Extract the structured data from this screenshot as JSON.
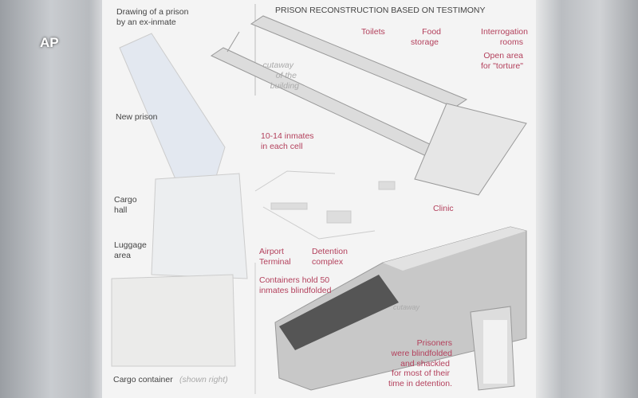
{
  "logo": "AP",
  "title": "PRISON RECONSTRUCTION BASED ON TESTIMONY",
  "left": {
    "drawing_caption_1": "Drawing of a prison",
    "drawing_caption_2": "by an ex-inmate",
    "new_prison": "New prison",
    "cargo_hall_1": "Cargo",
    "cargo_hall_2": "hall",
    "luggage_1": "Luggage",
    "luggage_2": "area",
    "cargo_container": "Cargo container",
    "shown_right": "(shown right)"
  },
  "labels": {
    "toilets": "Toilets",
    "food_1": "Food",
    "food_2": "storage",
    "interrogation_1": "Interrogation",
    "interrogation_2": "rooms",
    "open_1": "Open area",
    "open_2": "for \"torture\"",
    "cutaway_1": "cutaway",
    "cutaway_2": "of the",
    "cutaway_3": "building",
    "inmates_1": "10-14 inmates",
    "inmates_2": "in each cell",
    "clinic": "Clinic",
    "airport_1": "Airport",
    "airport_2": "Terminal",
    "detention_1": "Detention",
    "detention_2": "complex",
    "containers_1": "Containers hold 50",
    "containers_2": "inmates blindfolded",
    "cutaway_container": "cutaway",
    "prisoners_1": "Prisoners",
    "prisoners_2": "were blindfolded",
    "prisoners_3": "and shackled",
    "prisoners_4": "for most of their",
    "prisoners_5": "time in detention."
  },
  "colors": {
    "accent": "#b3405c",
    "text": "#444444"
  }
}
